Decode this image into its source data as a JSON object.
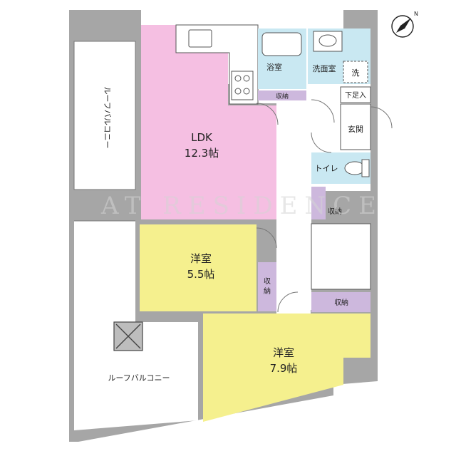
{
  "colors": {
    "wall": "#a6a6a6",
    "ldk": "#f5bfe2",
    "bedroom": "#f5f08e",
    "water": "#c9e8f2",
    "storage": "#cdb8dd",
    "white": "#ffffff",
    "line": "#555555",
    "watermark": "#d4d4d4"
  },
  "compass": {
    "icon": "north-arrow-icon",
    "label": "N"
  },
  "watermark": "AT RESIDENCE",
  "rooms": {
    "ldk": {
      "name": "LDK",
      "size": "12.3帖"
    },
    "western_room_1": {
      "name": "洋室",
      "size": "5.5帖"
    },
    "western_room_2": {
      "name": "洋室",
      "size": "7.9帖"
    },
    "bathroom": {
      "name": "浴室"
    },
    "washroom": {
      "name": "洗面室"
    },
    "washer": {
      "name": "洗"
    },
    "toilet": {
      "name": "トイレ"
    },
    "entrance": {
      "name": "玄関"
    },
    "shoe_storage": {
      "name": "下足入"
    }
  },
  "storage": {
    "bath_side": "収納",
    "hall": "収納",
    "room1_closet": "収納",
    "room2_closet": "収納"
  },
  "balconies": {
    "upper": "ルーフバルコニー",
    "lower": "ルーフバルコニー"
  }
}
